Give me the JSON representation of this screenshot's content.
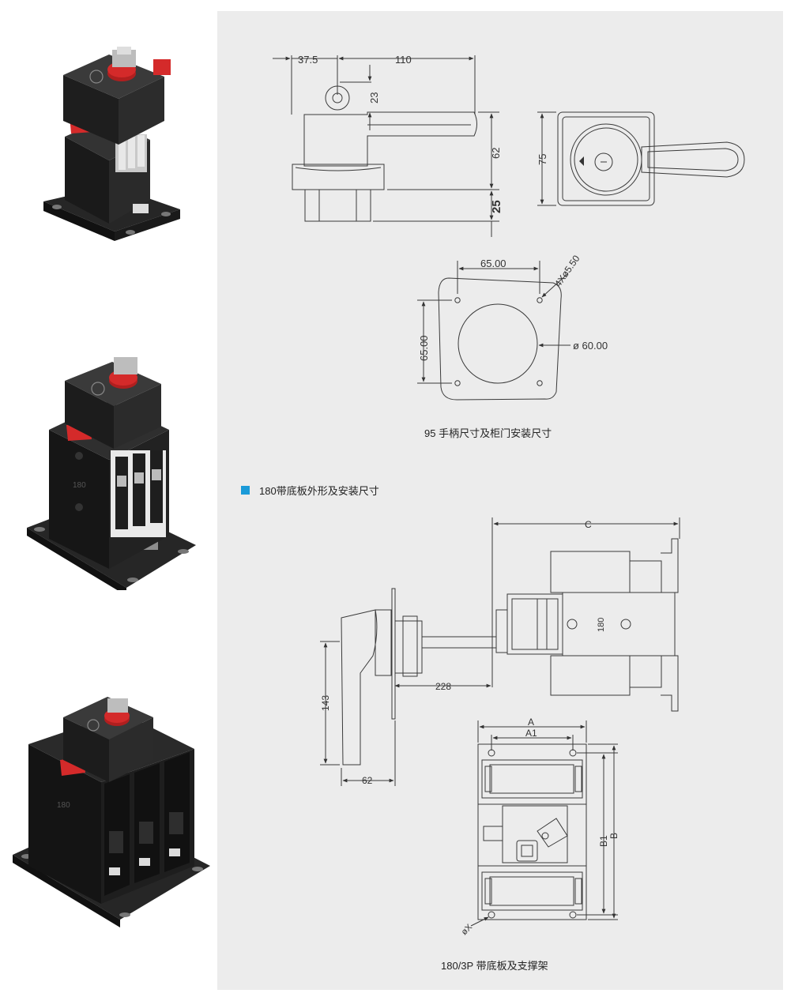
{
  "products": [
    {
      "name": "product-photo-1"
    },
    {
      "name": "product-photo-2",
      "body_mark": "180"
    },
    {
      "name": "product-photo-3",
      "body_mark": "180"
    }
  ],
  "handle_drawing": {
    "dim_37_5": "37.5",
    "dim_110": "110",
    "dim_23": "23",
    "dim_62": "62",
    "dim_25": "25",
    "dim_75": "75"
  },
  "door_cutout": {
    "dim_65_h": "65.00",
    "dim_65_v": "65.00",
    "hole_spec": "4Xø5.50",
    "center_hole": "ø 60.00"
  },
  "caption_95": "95 手柄尺寸及柜门安装尺寸",
  "section_title": "180带底板外形及安装尺寸",
  "side_view": {
    "dim_C": "C",
    "dim_228": "228",
    "dim_143": "143",
    "dim_62": "62",
    "body_label": "180"
  },
  "base_plate": {
    "dim_A": "A",
    "dim_A1": "A1",
    "dim_B": "B",
    "dim_B1": "B1",
    "dim_X": "øX"
  },
  "caption_180": "180/3P 带底板及支撑架",
  "colors": {
    "panel_bg": "#ececec",
    "line": "#3a3a3a",
    "accent_blue": "#1a9ad8",
    "handle_red": "#d42a2a",
    "body_black": "#1c1c1c"
  }
}
